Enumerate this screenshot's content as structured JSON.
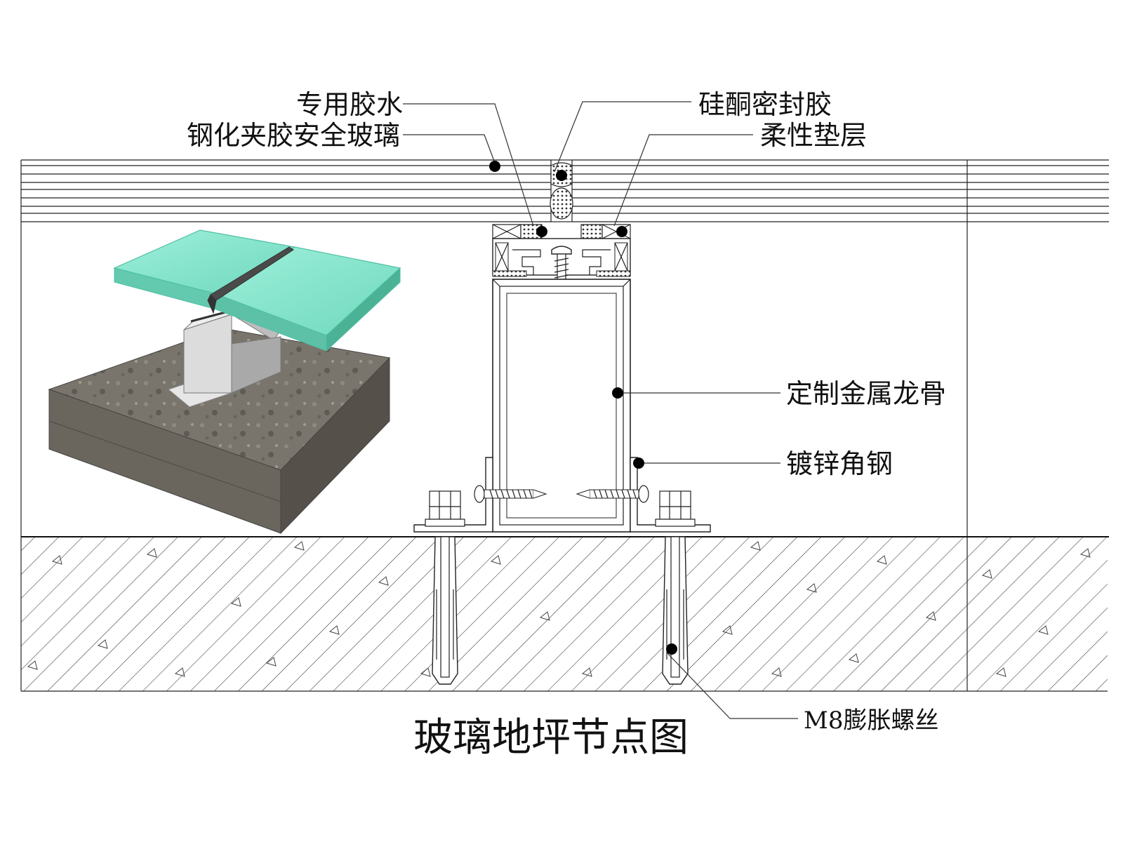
{
  "diagram": {
    "title": "玻璃地坪节点图",
    "callouts": {
      "special_glue": "专用胶水",
      "laminated_glass": "钢化夹胶安全玻璃",
      "silicone_sealant": "硅酮密封胶",
      "flexible_pad": "柔性垫层",
      "custom_keel": "定制金属龙骨",
      "galvanized_angle": "镀锌角钢",
      "expansion_bolt": "M8膨胀螺丝"
    },
    "colors": {
      "glass": "#7fe0c8",
      "glass_edge": "#4fbfa4",
      "concrete": "#6e6a62",
      "line": "#222222",
      "dot": "#000000"
    }
  }
}
